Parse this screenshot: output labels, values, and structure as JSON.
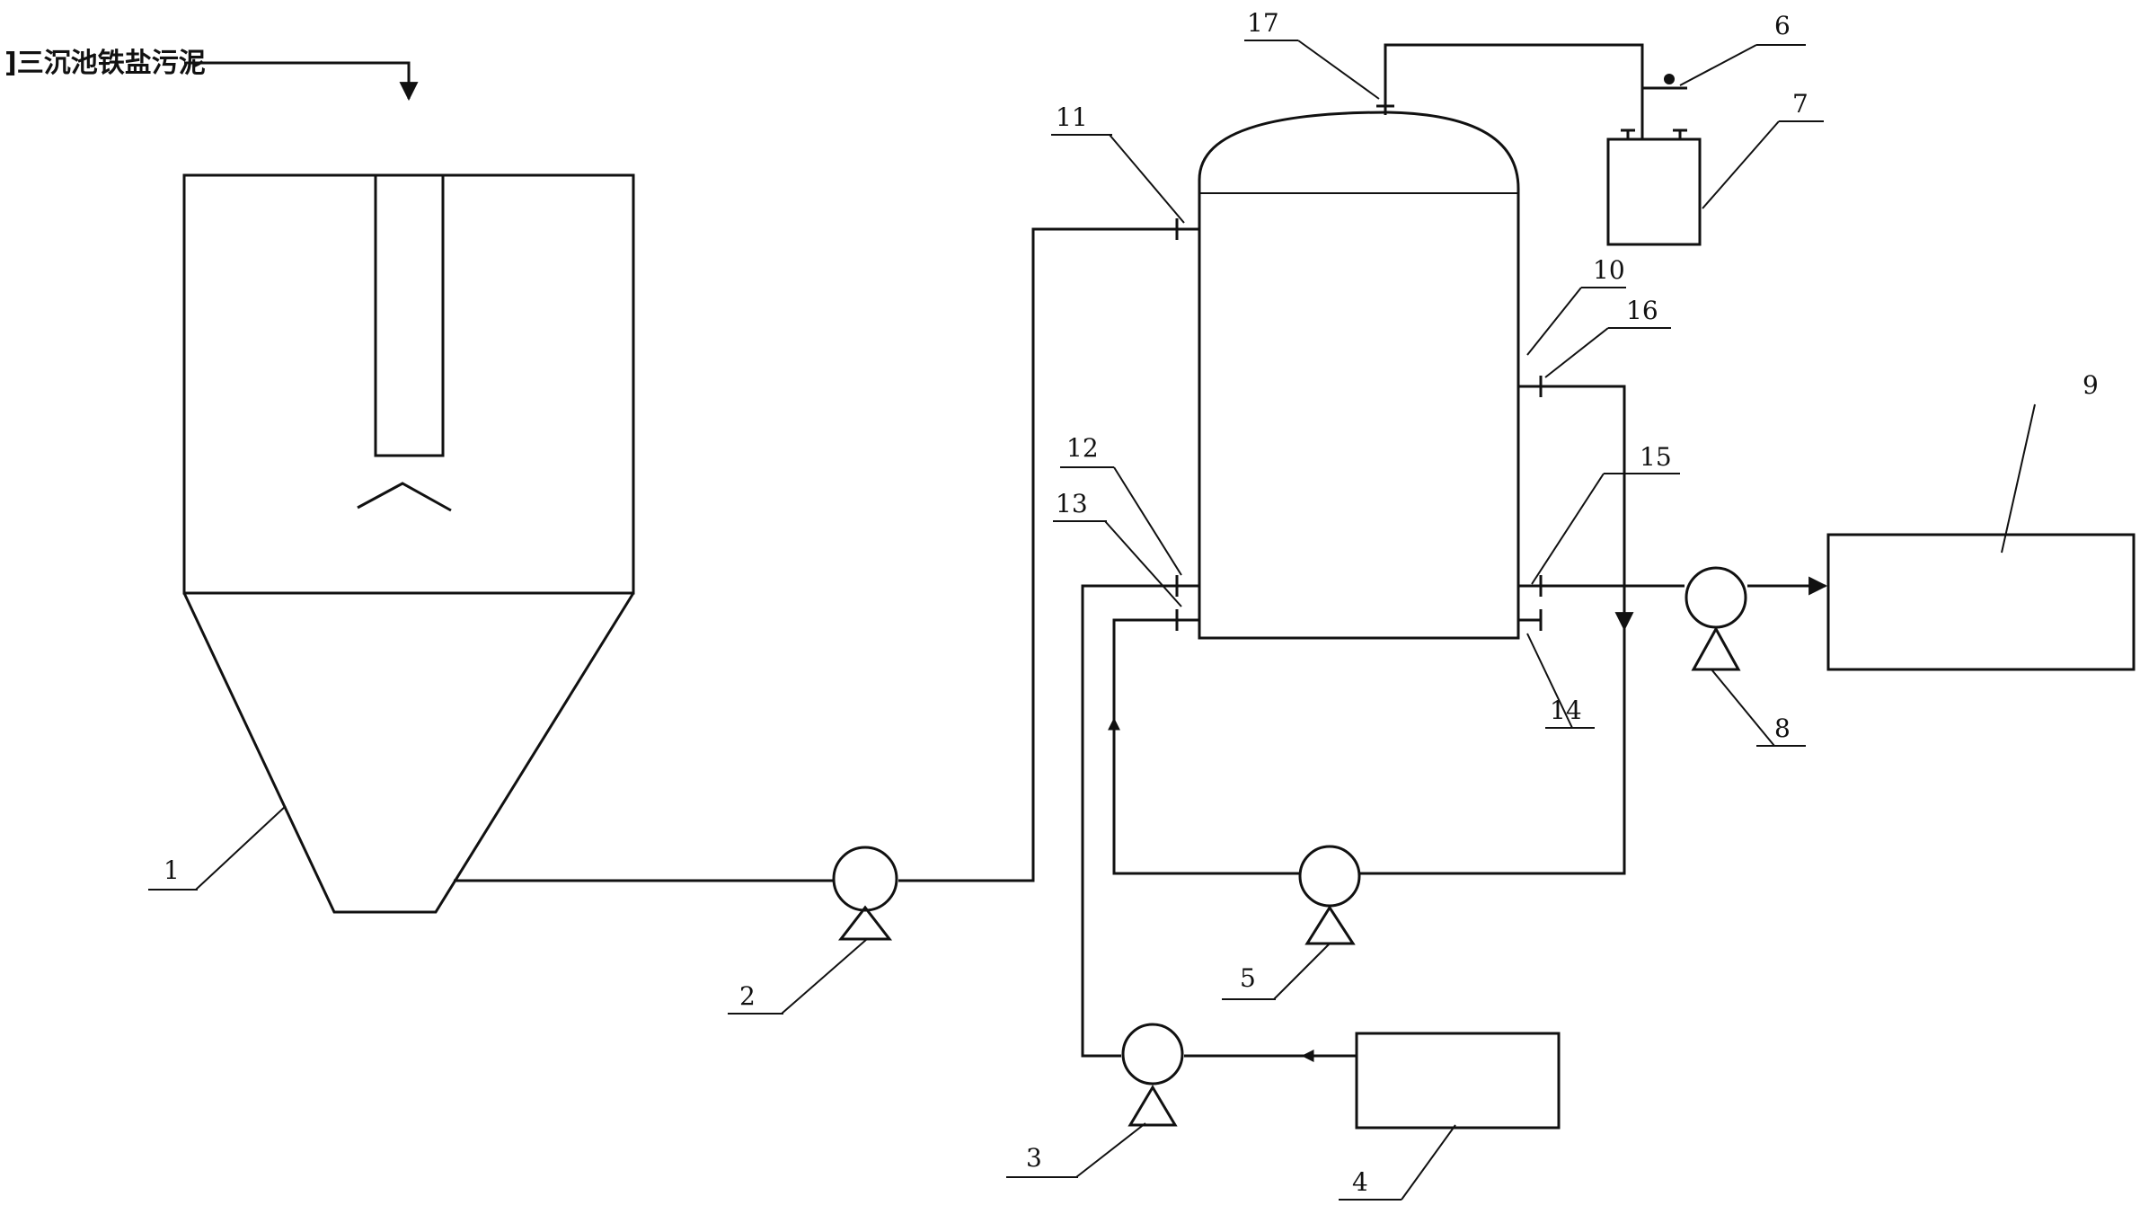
{
  "diagram": {
    "inlet_label": "]三沉池铁盐污泥",
    "labels": {
      "n1": "1",
      "n2": "2",
      "n3": "3",
      "n4": "4",
      "n5": "5",
      "n6": "6",
      "n7": "7",
      "n8": "8",
      "n9": "9",
      "n10": "10",
      "n11": "11",
      "n12": "12",
      "n13": "13",
      "n14": "14",
      "n15": "15",
      "n16": "16",
      "n17": "17"
    }
  }
}
